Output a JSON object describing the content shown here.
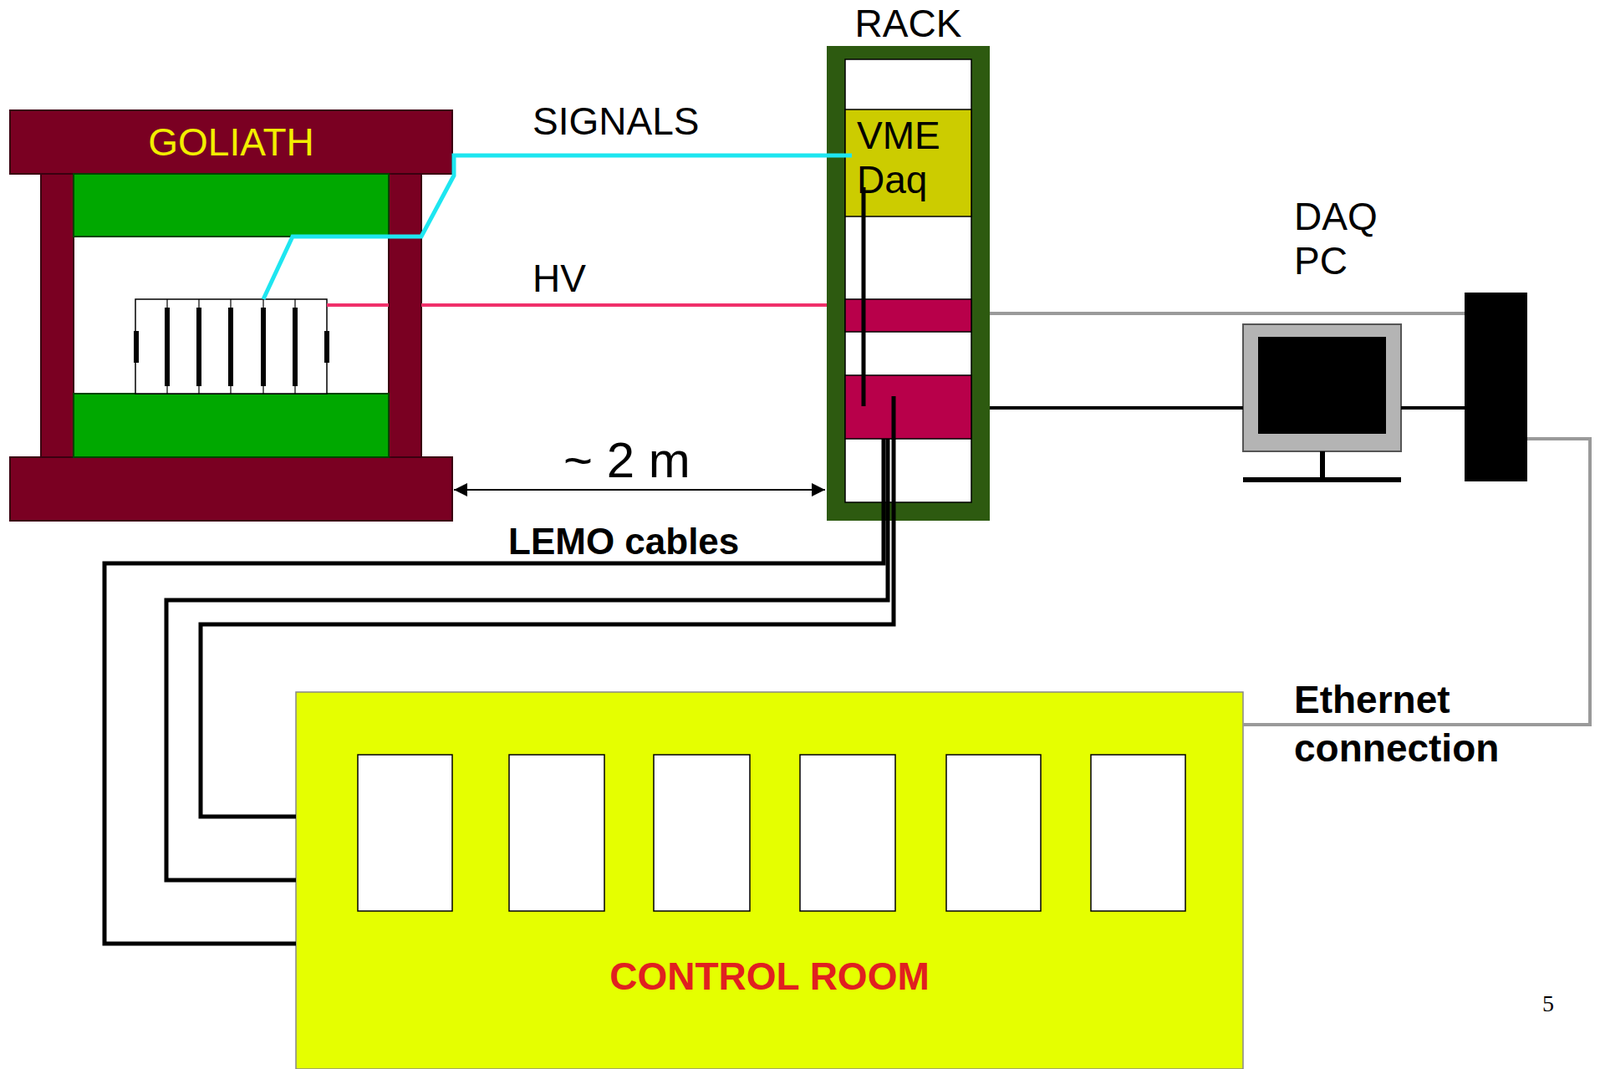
{
  "diagram": {
    "nodes": [
      {
        "text": [
          "GOLIATH"
        ]
      },
      {
        "text": [
          "RACK"
        ]
      },
      {
        "text": [
          "VME Daq"
        ],
        "in": 1
      },
      {
        "text": [
          "DAQ PC"
        ]
      },
      {
        "text": [
          "CONTROL ROOM"
        ]
      }
    ],
    "edges": [
      {
        "from": 0,
        "to": 2,
        "arrow": "none",
        "label": "SIGNALS"
      },
      {
        "from": 0,
        "to": 1,
        "arrow": "none",
        "label": "HV"
      },
      {
        "from": 1,
        "to": 3,
        "arrow": "none"
      },
      {
        "from": 3,
        "to": 4,
        "arrow": "none",
        "label": "Ethernet connection"
      },
      {
        "from": 1,
        "to": 4,
        "arrow": "none",
        "label": "LEMO cables"
      }
    ],
    "labels": [
      "~ 2 m",
      "5"
    ]
  }
}
